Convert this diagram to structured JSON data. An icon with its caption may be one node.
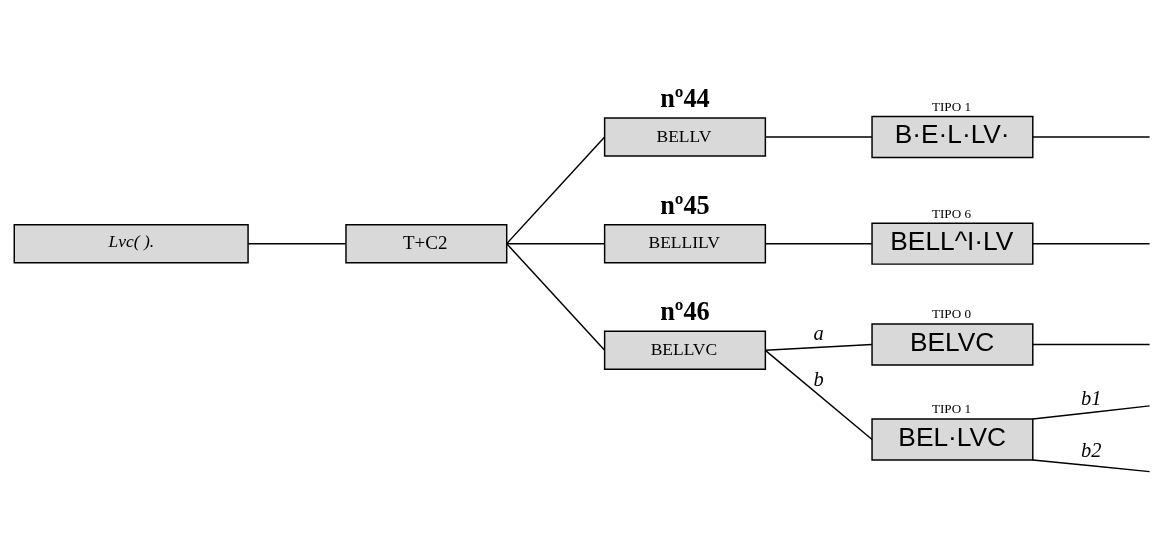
{
  "diagram": {
    "nodes": [
      {
        "text": [
          "Lvc( )."
        ]
      },
      {
        "text": [
          "T+C2"
        ]
      },
      {
        "text": [
          "nº44",
          "BELLV"
        ]
      },
      {
        "text": [
          "nº45",
          "BELLILV"
        ]
      },
      {
        "text": [
          "nº46",
          "BELLVC"
        ]
      },
      {
        "text": [
          "TIPO 1",
          "B·E·L·LV·"
        ]
      },
      {
        "text": [
          "TIPO 6",
          "BELL^I·LV"
        ]
      },
      {
        "text": [
          "TIPO 0",
          "BELVC"
        ]
      },
      {
        "text": [
          "TIPO 1",
          "BEL·LVC"
        ]
      }
    ],
    "edges": [
      {
        "from": 0,
        "to": 1,
        "arrow": "none"
      },
      {
        "from": 1,
        "to": 2,
        "arrow": "none"
      },
      {
        "from": 1,
        "to": 3,
        "arrow": "none"
      },
      {
        "from": 1,
        "to": 4,
        "arrow": "none"
      },
      {
        "from": 2,
        "to": 5,
        "arrow": "none"
      },
      {
        "from": 3,
        "to": 6,
        "arrow": "none"
      },
      {
        "from": 4,
        "to": 7,
        "arrow": "none",
        "label": "a"
      },
      {
        "from": 4,
        "to": 8,
        "arrow": "none",
        "label": "b"
      },
      {
        "from": 5,
        "to": null,
        "arrow": "none"
      },
      {
        "from": 6,
        "to": null,
        "arrow": "none"
      },
      {
        "from": 7,
        "to": null,
        "arrow": "none"
      },
      {
        "from": 8,
        "to": null,
        "arrow": "none",
        "label": "b1"
      },
      {
        "from": 8,
        "to": null,
        "arrow": "none",
        "label": "b2"
      }
    ]
  }
}
